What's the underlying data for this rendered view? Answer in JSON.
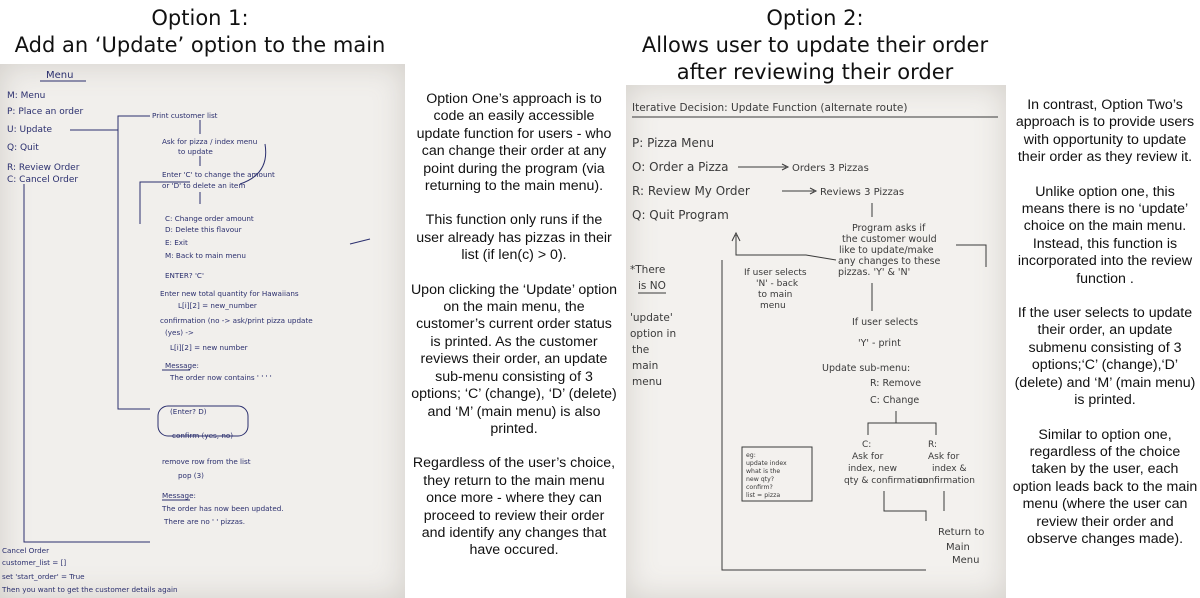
{
  "option1": {
    "title": "Option 1:",
    "subtitle": "Add an ‘Update’ option to the main menu",
    "description": [
      "Option One’s approach is to code an easily accessible update function for users - who can change their order at any point during the program (via returning to the main menu).",
      "This function only runs if the user already has pizzas in their list (if len(c) > 0).",
      "Upon clicking the ‘Update’ option on the main menu, the customer’s current order status is printed. As the customer reviews their order, an update sub-menu consisting of 3 options; ‘C’ (change), ‘D’ (delete) and ‘M’ (main menu) is also printed.",
      "Regardless of the user’s choice, they return to the main menu once more - where they can proceed to review their order and identify any changes that have occured."
    ],
    "sketch": {
      "menu_heading": "Menu",
      "menu_items": [
        "M: Menu",
        "P: Place an order",
        "U: Update",
        "Q: Quit",
        "R: Review Order",
        "C: Cancel Order"
      ],
      "lines": [
        "Print customer list",
        "Ask for pizza / index menu",
        "to update",
        "Enter 'C' to change the amount",
        "or 'D' to delete an item",
        "C: Change order amount",
        "D: Delete this flavour",
        "E: Exit",
        "M: Back to main menu",
        "ENTER? 'C'",
        "Enter new total quantity for Hawaiians",
        "L[i][2] = new_number",
        "confirmation (no -> ask/print pizza update",
        "(yes) ->",
        "L[i][2] = new number",
        "Message:",
        "The order now contains ' ' ' '",
        "(Enter? D)",
        "confirm (yes, no)",
        "remove row from the list",
        "pop (3)",
        "Message:",
        "The order has now been updated.",
        "There are no ' ' pizzas.",
        "Cancel Order",
        "customer_list = []",
        "set 'start_order' = True",
        "Then you want to get the customer details again"
      ]
    }
  },
  "option2": {
    "title": "Option 2:",
    "subtitle_line1": "Allows user to update their order",
    "subtitle_line2": "after reviewing their order",
    "description": [
      "In contrast, Option Two’s approach is to provide users with opportunity to update their order as they review it.",
      "Unlike option one, this means there is no ‘update’ choice on the main menu. Instead, this function is incorporated into the review function .",
      "If the user selects to update their order, an update submenu consisting of 3 options;‘C’ (change),‘D’ (delete) and ‘M’ (main menu) is printed.",
      "Similar to option one, regardless of the choice taken by the user, each option leads back to the main menu (where the user can review their order and observe changes made)."
    ],
    "sketch": {
      "heading": "Iterative Decision: Update Function (alternate route)",
      "menu_items": [
        "P: Pizza Menu",
        "O: Order a Pizza",
        "R: Review My Order",
        "Q: Quit Program"
      ],
      "arrow_orders": "Orders 3 Pizzas",
      "arrow_reviews": "Reviews 3 Pizzas",
      "note": [
        "*There",
        "is NO",
        "'update'",
        "option in",
        "the",
        "main",
        "menu"
      ],
      "program_asks": [
        "Program asks if",
        "the customer would",
        "like to update/make",
        "any changes to these",
        "pizzas. 'Y' & 'N'"
      ],
      "if_n": [
        "If user selects",
        "'N' - back",
        "to main",
        "menu"
      ],
      "if_y": [
        "If user selects",
        "'Y' - print",
        "Update sub-menu:",
        "R: Remove",
        "C: Change"
      ],
      "c_branch": [
        "C:",
        "Ask for",
        "index, new",
        "qty & confirmation"
      ],
      "r_branch": [
        "R:",
        "Ask for",
        "index &",
        "confirmation"
      ],
      "return": [
        "Return to",
        "Main",
        "Menu"
      ],
      "eg_box": [
        "eg:",
        "update index",
        "what is the",
        "new qty?",
        "confirm?",
        "list = pizza"
      ]
    }
  }
}
